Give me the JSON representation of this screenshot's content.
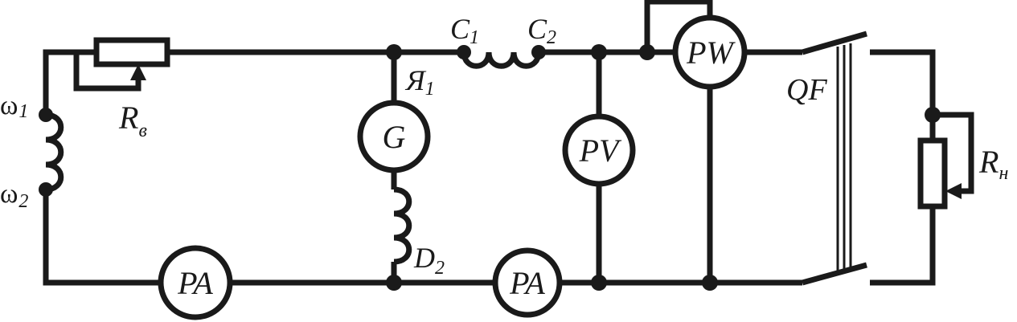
{
  "labels": {
    "omega1": "ω",
    "omega1_sub": "1",
    "omega2": "ω",
    "omega2_sub": "2",
    "Rv": "R",
    "Rv_sub": "в",
    "Ya1": "Я",
    "Ya1_sub": "1",
    "C1": "C",
    "C1_sub": "1",
    "C2": "C",
    "C2_sub": "2",
    "D2": "D",
    "D2_sub": "2",
    "QF": "QF",
    "Rn": "R",
    "Rn_sub": "н"
  },
  "meters": {
    "generator": "G",
    "ammeter_field": "PA",
    "ammeter_armature": "PA",
    "voltmeter": "PV",
    "wattmeter": "PW"
  }
}
